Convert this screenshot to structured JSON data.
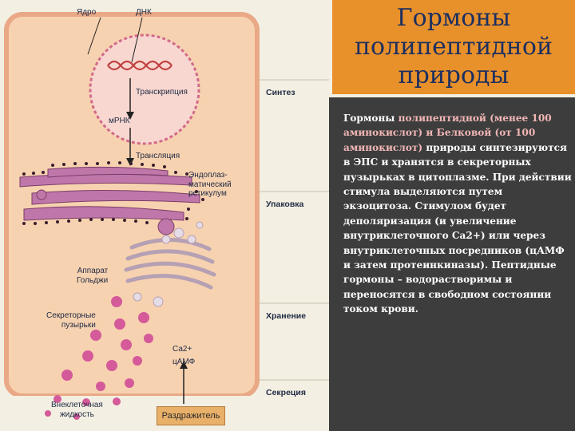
{
  "slide": {
    "title": "Гормоны\nполипептидной\nприроды",
    "body_segments": [
      {
        "text": "Гормоны  ",
        "style": "n"
      },
      {
        "text": "полипептидной (менее 100 аминокислот) и Белковой (от 100 аминокислот)",
        "style": "h"
      },
      {
        "text": "  природы ",
        "style": "n"
      },
      {
        "text": "синтезируются в ЭПС и хранятся в секреторных пузырьках  в цитоплазме. При действии стимула выделяются путем экзоцитоза. Стимулом будет деполяризация (и увеличение внутриклеточного Са2+)  или через внутриклеточных посредников (цАМФ и затем протеинкиназы). Пептидные гормоны – водорастворимы и переносятся в свободном состоянии током крови.",
        "style": "n"
      }
    ]
  },
  "figure": {
    "labels": {
      "nucleus": "Ядро",
      "dna": "ДНК",
      "transcription": "Транскрипция",
      "mrna": "мРНК",
      "translation": "Трансляция",
      "er": "Эндоплаз-\nматический\nретикулум",
      "golgi": "Аппарат\nГольджи",
      "vesicles": "Секреторные\nпузырьки",
      "calcium": "Са2+",
      "camp": "цАМФ",
      "extracellular": "Внеклеточная\nжидкость",
      "stimulus": "Раздражитель"
    },
    "stages": {
      "synthesis": "Синтез",
      "packaging": "Упаковка",
      "storage": "Хранение",
      "secretion": "Секреция"
    },
    "colors": {
      "cell_fill": "#f7d2b0",
      "cell_border": "#e9a987",
      "er_fill": "#bf77aa",
      "vesicle_fill": "#d45a9a",
      "title_bg": "#e8912a",
      "panel_bg": "#3d3d3d"
    }
  }
}
